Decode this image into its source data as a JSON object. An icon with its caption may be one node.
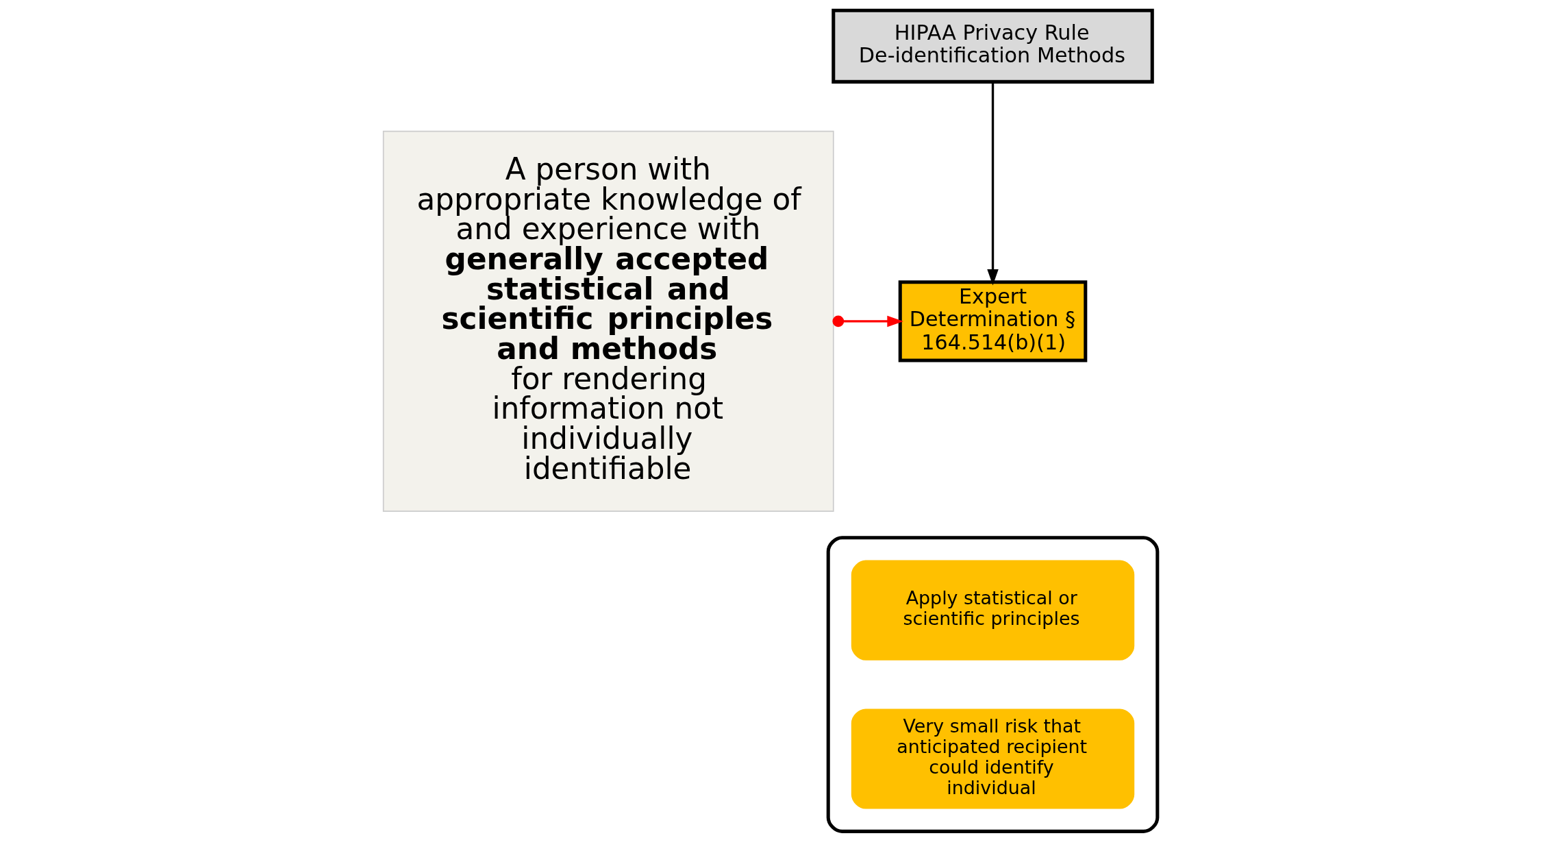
{
  "diagram": {
    "nodes": [
      {
        "text": [
          "A person with appropriate knowledge of and experience with **generally accepted statistical and scientific principles and methods** for rendering information not individually identifiable"
        ]
      },
      {
        "text": [
          "HIPAA Privacy Rule De-identification Methods"
        ]
      },
      {
        "text": [
          "Expert Determination § 164.514(b)(1)"
        ]
      },
      {
        "text": [],
        "shape": "box"
      },
      {
        "text": [
          "Apply statistical or scientific principles"
        ],
        "in": 3
      },
      {
        "text": [
          "Very small risk that anticipated recipient could identify individual"
        ],
        "in": 3
      }
    ],
    "edges": [
      {
        "from": 1,
        "to": 2,
        "arrow": "to"
      },
      {
        "from": 0,
        "to": 2,
        "arrow": "to",
        "color": "#ff0000"
      }
    ]
  }
}
